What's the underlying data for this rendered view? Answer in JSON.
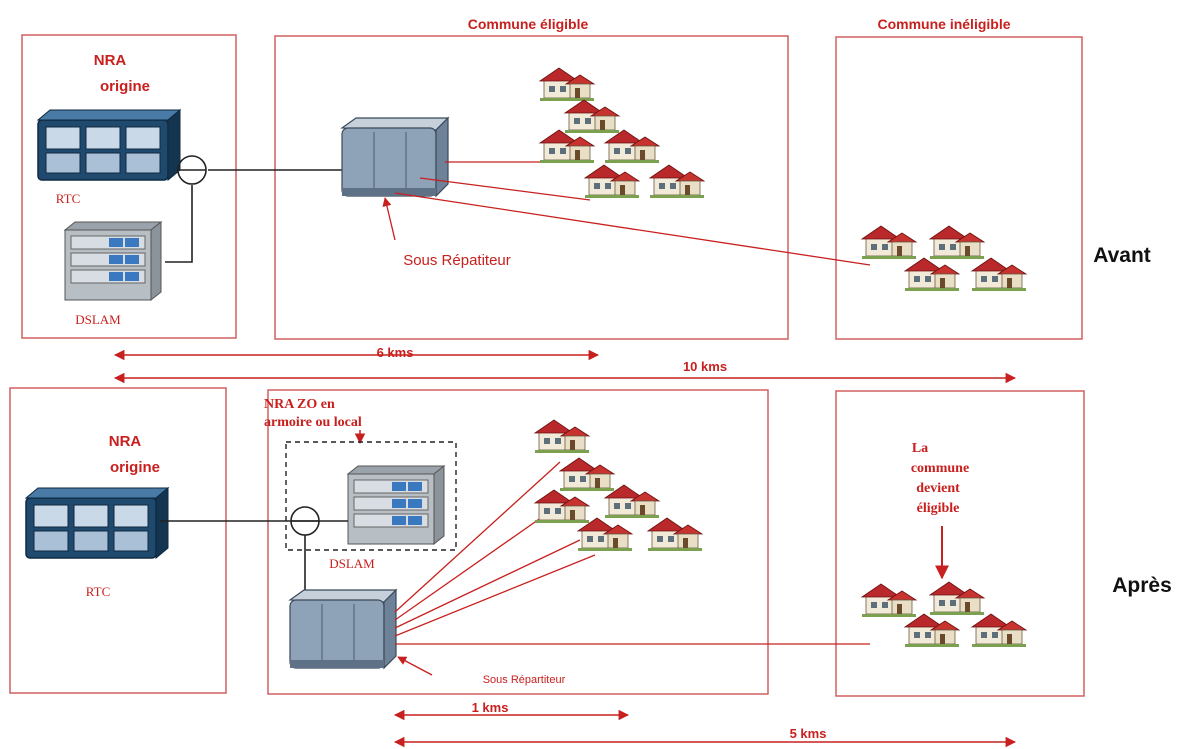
{
  "colors": {
    "accent_red": "#c8201e",
    "box_border": "#d06060",
    "line": "#222222",
    "rtc_blue": "#1f4a6e",
    "roof": "#b9282a",
    "wall": "#f2ead8"
  },
  "header": {
    "commune_eligible": "Commune  éligible",
    "commune_ineligible": "Commune  inéligible"
  },
  "top": {
    "nra_line1": "NRA",
    "nra_line2": "origine",
    "rtc": "RTC",
    "dslam": "DSLAM",
    "sous_repartiteur": "Sous Répatiteur",
    "side_label": "Avant"
  },
  "mid": {
    "dist_6": "6 kms",
    "dist_10": "10 kms"
  },
  "bottom": {
    "nra_line1": "NRA",
    "nra_line2": "origine",
    "rtc": "RTC",
    "nra_zo_line1": "NRA ZO en",
    "nra_zo_line2": "armoire ou local",
    "dslam": "DSLAM",
    "sous_repartiteur": "Sous Répartiteur",
    "becomes_1": "La",
    "becomes_2": "commune",
    "becomes_3": "devient",
    "becomes_4": "éligible",
    "side_label": "Après",
    "dist_1": "1 kms",
    "dist_5": "5 kms"
  },
  "icons": [
    "telephone-exchange-rtc-icon",
    "dslam-rack-icon",
    "street-cabinet-icon",
    "house-cluster-icon",
    "splitter-junction-icon"
  ]
}
